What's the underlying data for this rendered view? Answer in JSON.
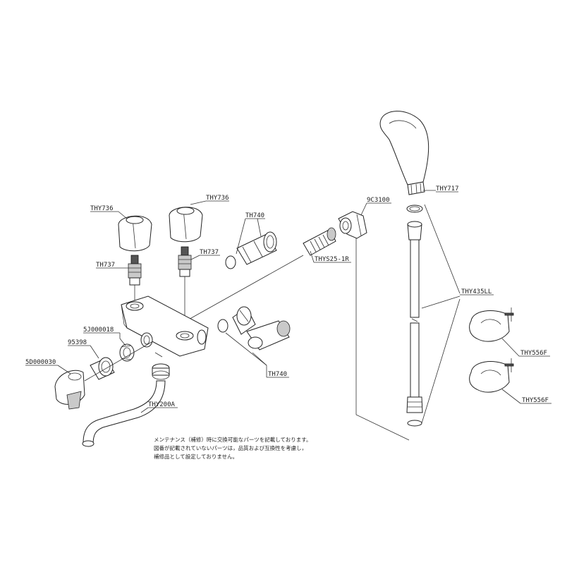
{
  "labels": {
    "thy717": "THY717",
    "c9c3100": "9C3100",
    "thy736_left": "THY736",
    "thy736_right": "THY736",
    "th740_top": "TH740",
    "th737_left": "TH737",
    "th737_right": "TH737",
    "thys25": "THYS25-1R",
    "thy435ll": "THY435LL",
    "sj000018": "5J000018",
    "p95398": "95398",
    "sd000030": "5D000030",
    "th740_bottom": "TH740",
    "thy556f_top": "THY556F",
    "thy556f_bottom": "THY556F",
    "thy200a": "THY200A"
  },
  "note": {
    "line1": "メンテナンス（補修）時に交換可能なパーツを記載しております。",
    "line2": "図番が記載されていないパーツは，品質および互換性を考慮し，",
    "line3": "補修品として設定しておりません。"
  }
}
